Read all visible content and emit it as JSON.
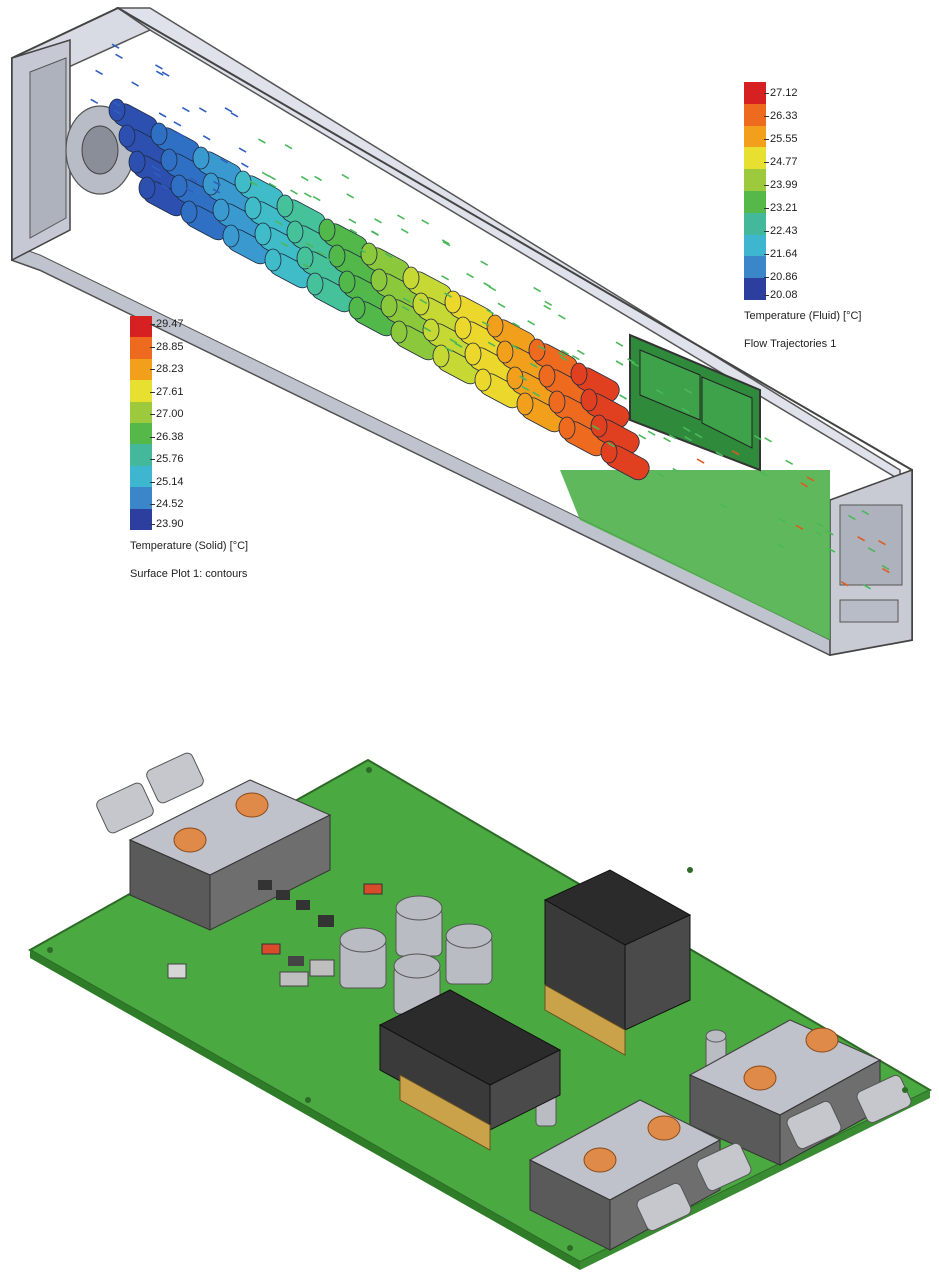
{
  "fluid_legend": {
    "ticks": [
      "27.12",
      "26.33",
      "25.55",
      "24.77",
      "23.99",
      "23.21",
      "22.43",
      "21.64",
      "20.86",
      "20.08"
    ],
    "title": "Temperature (Fluid) [°C]",
    "subtitle": "Flow Trajectories 1"
  },
  "solid_legend": {
    "ticks": [
      "29.47",
      "28.85",
      "28.23",
      "27.61",
      "27.00",
      "26.38",
      "25.76",
      "25.14",
      "24.52",
      "23.90"
    ],
    "title": "Temperature (Solid) [°C]",
    "subtitle": "Surface Plot 1: contours"
  },
  "colors": {
    "scale": [
      "#d62021",
      "#ee6a1e",
      "#f2a01c",
      "#e8e030",
      "#9cca3c",
      "#55b848",
      "#44b89a",
      "#3fb6cf",
      "#3a86c8",
      "#2c3f9e"
    ],
    "enclosure": "#c9ccd6",
    "pcb": "#5cb84a",
    "heatsink": "#3a3a3a",
    "connector_cap": "#e08a4a"
  }
}
